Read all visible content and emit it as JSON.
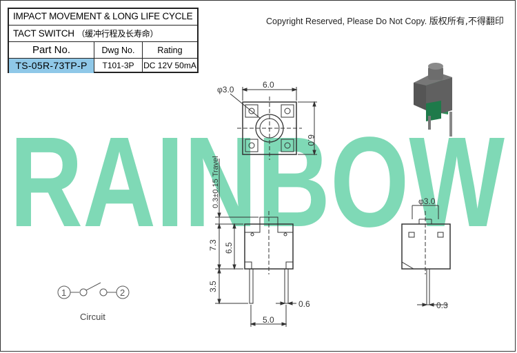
{
  "title_block": {
    "line1": "IMPACT MOVEMENT & LONG LIFE CYCLE",
    "line2": "TACT SWITCH",
    "line2_cn": "（缓冲行程及长寿命）",
    "headers": {
      "part_no": "Part No.",
      "dwg_no": "Dwg No.",
      "rating": "Rating"
    },
    "values": {
      "part_no": "TS-05R-73TP-P",
      "dwg_no": "T101-3P",
      "rating": "DC  12V  50mA"
    }
  },
  "copyright": {
    "en": "Copyright Reserved, Please Do Not Copy.",
    "cn": "版权所有,不得翻印"
  },
  "watermark": {
    "text": "RAINBOW",
    "color": "#7fd9b6"
  },
  "dimensions": {
    "top_hole": "φ3.0",
    "top_width": "6.0",
    "top_height": "6.0",
    "travel": "0.3±0.15 Travel",
    "total_height": "7.3",
    "body_height": "6.5",
    "pin_length": "3.5",
    "pin_width": "0.6",
    "pin_spacing": "5.0",
    "side_hole": "φ3.0",
    "side_pin": "0.3"
  },
  "circuit": {
    "label": "Circuit",
    "pin1": "1",
    "pin2": "2"
  },
  "colors": {
    "line": "#333333",
    "part_body": "#555555",
    "part_green": "#1e7a4a",
    "part_no_bg": "#8fc8e8"
  }
}
